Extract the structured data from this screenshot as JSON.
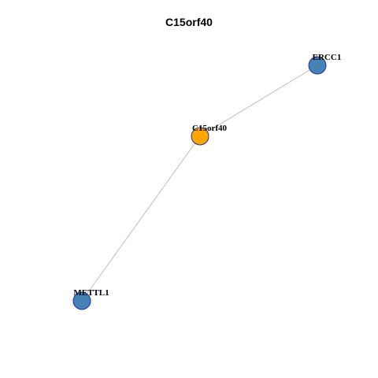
{
  "title": "C15orf40",
  "colors": {
    "center_node": "#FFA500",
    "neighbor_node": "#4682B4",
    "node_stroke": "#1f2fb0",
    "edge": "#bdbdbd"
  },
  "nodes": [
    {
      "id": "ERCC1",
      "label": "ERCC1",
      "role": "neighbor"
    },
    {
      "id": "C15orf40",
      "label": "C15orf40",
      "role": "center"
    },
    {
      "id": "METTL1",
      "label": "METTL1",
      "role": "neighbor"
    }
  ],
  "edges": [
    {
      "source": "C15orf40",
      "target": "ERCC1"
    },
    {
      "source": "C15orf40",
      "target": "METTL1"
    }
  ]
}
